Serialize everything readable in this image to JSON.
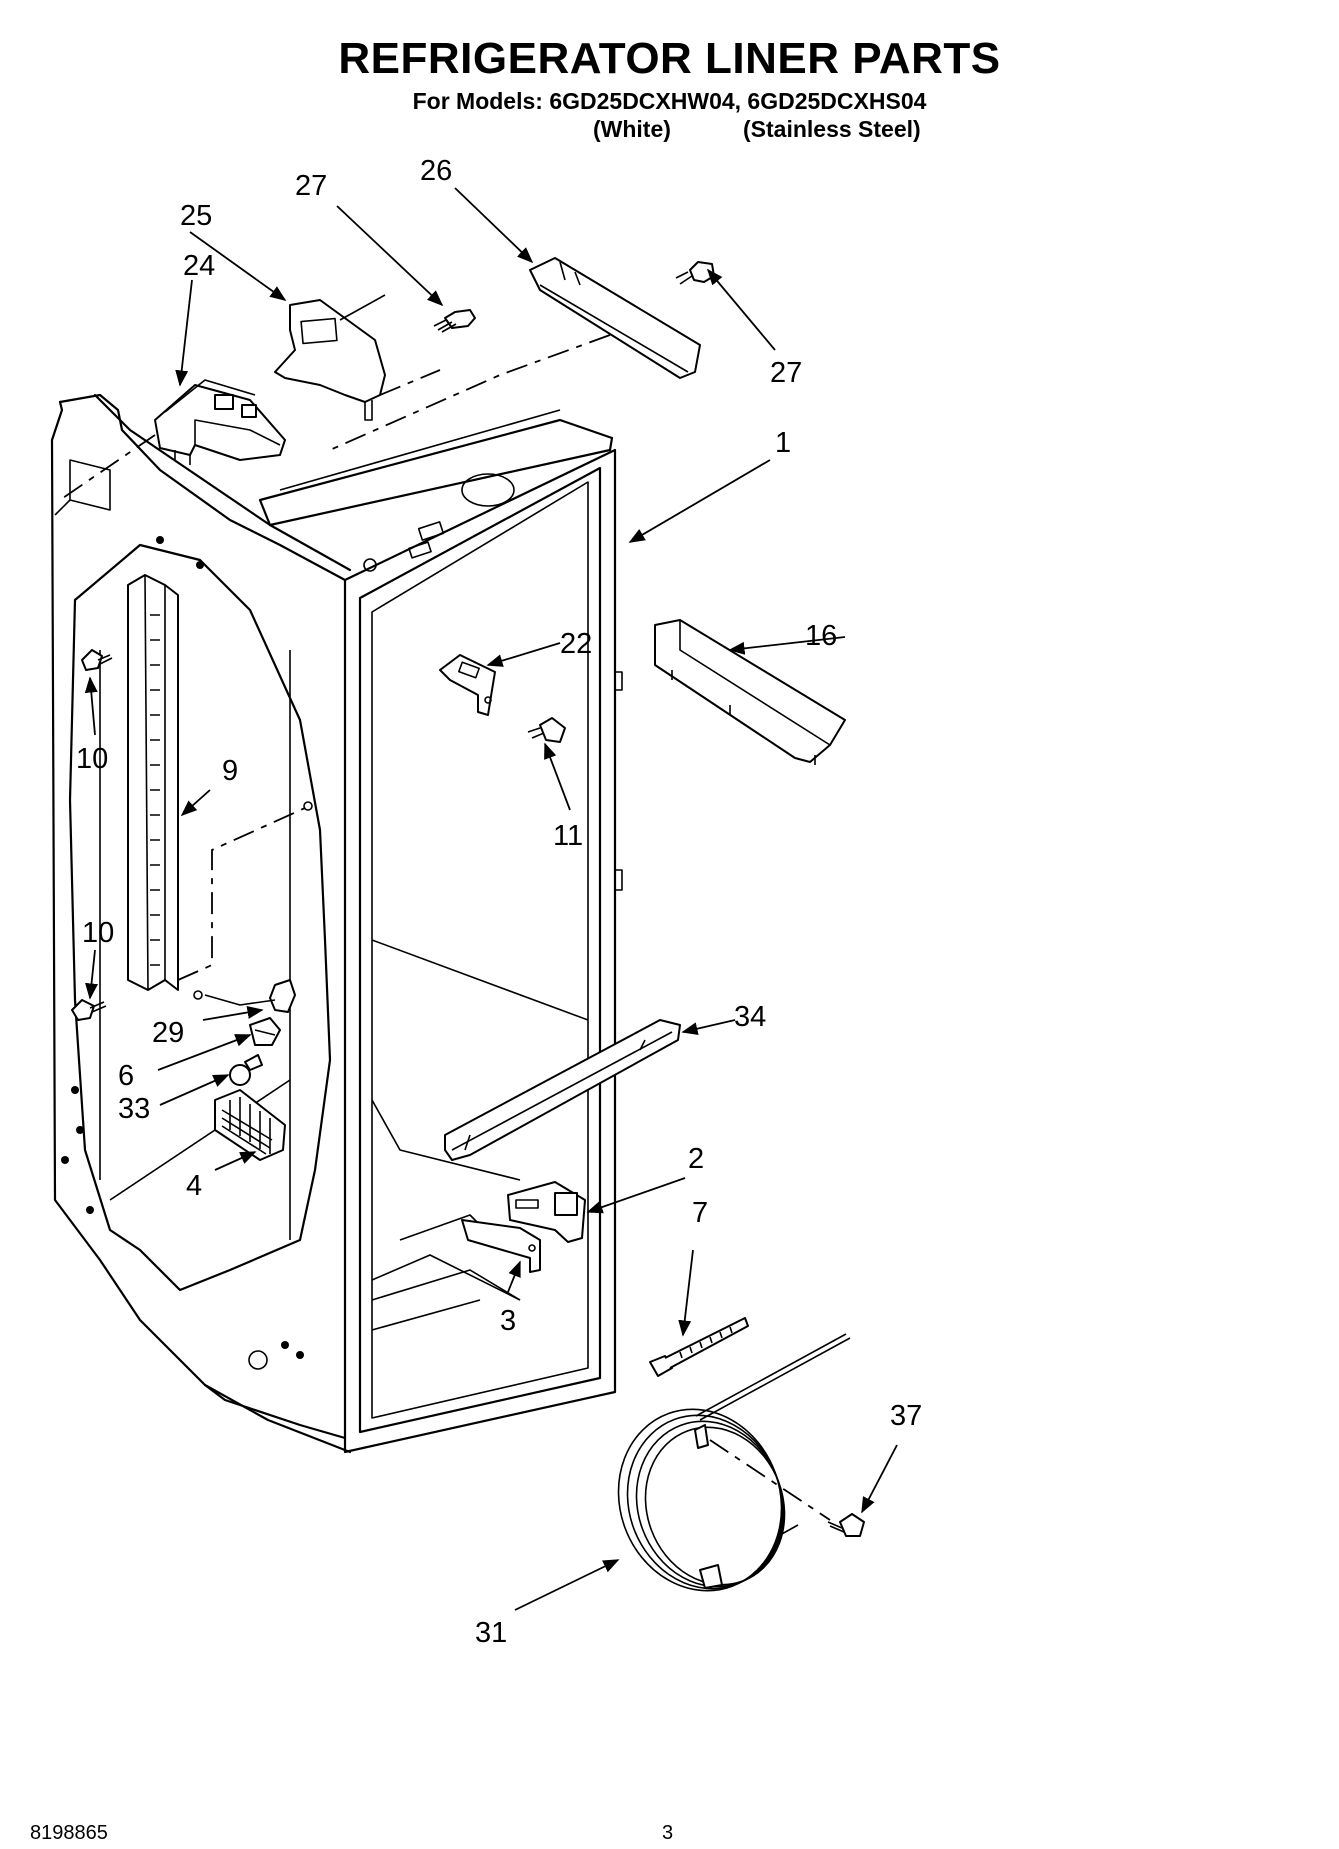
{
  "header": {
    "title": "REFRIGERATOR LINER PARTS",
    "models_line": "For Models: 6GD25DCXHW04, 6GD25DCXHS04",
    "variant_white": "(White)",
    "variant_steel": "(Stainless Steel)"
  },
  "callouts": {
    "c1": "1",
    "c2": "2",
    "c3": "3",
    "c4": "4",
    "c6": "6",
    "c7": "7",
    "c9": "9",
    "c10a": "10",
    "c10b": "10",
    "c11": "11",
    "c16": "16",
    "c22": "22",
    "c24": "24",
    "c25": "25",
    "c26": "26",
    "c27a": "27",
    "c27b": "27",
    "c29": "29",
    "c31": "31",
    "c33": "33",
    "c34": "34",
    "c37": "37"
  },
  "footer": {
    "doc_number": "8198865",
    "page_number": "3"
  }
}
